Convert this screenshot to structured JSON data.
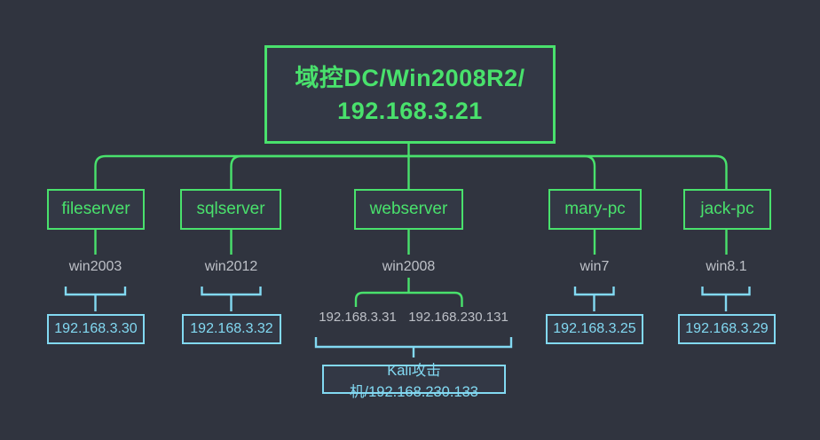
{
  "colors": {
    "background": "#30343f",
    "green": "#49e16c",
    "cyan": "#82d9f2",
    "gray_text": "#bdc0c7",
    "node_fill": "#333845"
  },
  "root": {
    "label_line1": "域控DC/Win2008R2/",
    "label_line2": "192.168.3.21"
  },
  "nodes": [
    {
      "label": "fileserver",
      "os": "win2003",
      "ip": "192.168.3.30"
    },
    {
      "label": "sqlserver",
      "os": "win2012",
      "ip": "192.168.3.32"
    },
    {
      "label": "webserver",
      "os": "win2008",
      "ips": [
        "192.168.3.31",
        "192.168.230.131"
      ]
    },
    {
      "label": "mary-pc",
      "os": "win7",
      "ip": "192.168.3.25"
    },
    {
      "label": "jack-pc",
      "os": "win8.1",
      "ip": "192.168.3.29"
    }
  ],
  "attacker": {
    "label": "Kali攻击机/192.168.230.133"
  }
}
